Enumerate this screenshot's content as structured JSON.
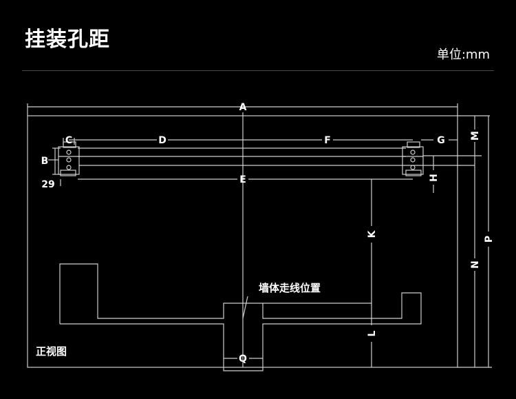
{
  "header": {
    "title": "挂装孔距",
    "unit": "单位:mm"
  },
  "diagram": {
    "dimension_labels": {
      "A": "A",
      "B": "B",
      "C": "C",
      "D": "D",
      "E": "E",
      "F": "F",
      "G": "G",
      "H": "H",
      "K": "K",
      "L": "L",
      "M": "M",
      "N": "N",
      "P": "P",
      "Q": "Q",
      "offset_29": "29"
    },
    "annotations": {
      "wall_cable_position": "墙体走线位置",
      "front_view": "正视图"
    }
  },
  "colors": {
    "background": "#000000",
    "line": "#cfcfcf",
    "text": "#ffffff",
    "divider": "#4a4a4a"
  }
}
